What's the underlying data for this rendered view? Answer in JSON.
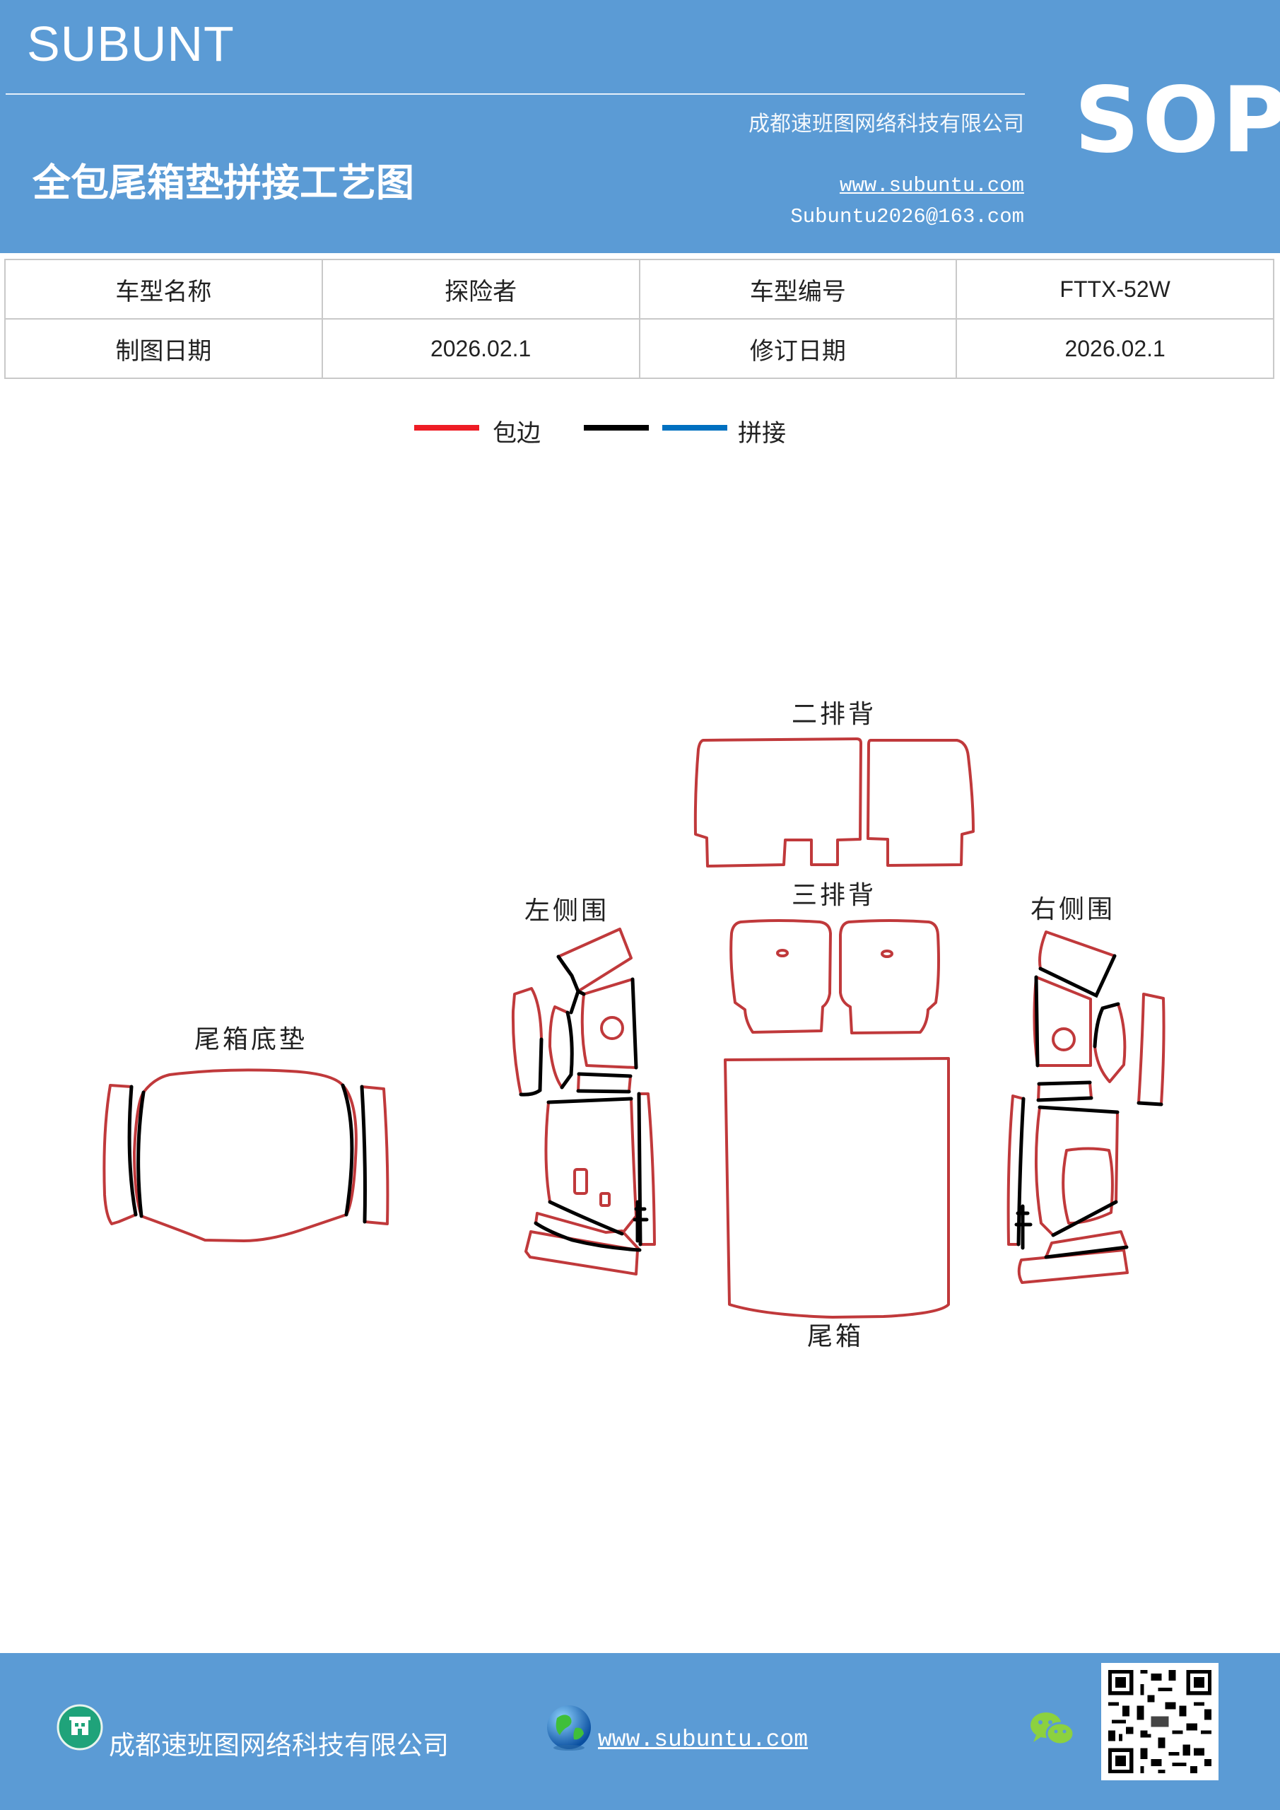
{
  "header": {
    "brand": "SUBUNT",
    "company": "成都速班图网络科技有限公司",
    "doc_title": "全包尾箱垫拼接工艺图",
    "website": "www.subuntu.com",
    "email": "Subuntu2026@163.com",
    "badge": "SOP"
  },
  "info_table": {
    "rows": [
      [
        "车型名称",
        "探险者",
        "车型编号",
        "FTTX-52W"
      ],
      [
        "制图日期",
        "2026.02.1",
        "修订日期",
        "2026.02.1"
      ]
    ]
  },
  "legend": {
    "items": [
      {
        "label": "包边",
        "color": "#ee1c25"
      },
      {
        "label": "",
        "color": "#000000"
      },
      {
        "label": "拼接",
        "color": "#0070c0"
      }
    ]
  },
  "parts": {
    "second_row_back": "二排背",
    "third_row_back": "三排背",
    "left_side": "左侧围",
    "right_side": "右侧围",
    "trunk_bottom": "尾箱底垫",
    "trunk": "尾箱"
  },
  "colors": {
    "header_bg": "#5b9bd5",
    "edge_red": "#c0393b",
    "seam_black": "#000000"
  },
  "footer": {
    "company": "成都速班图网络科技有限公司",
    "website": "www.subuntu.com",
    "icons": [
      "building-icon",
      "globe-icon",
      "wechat-icon",
      "qr-code"
    ]
  }
}
